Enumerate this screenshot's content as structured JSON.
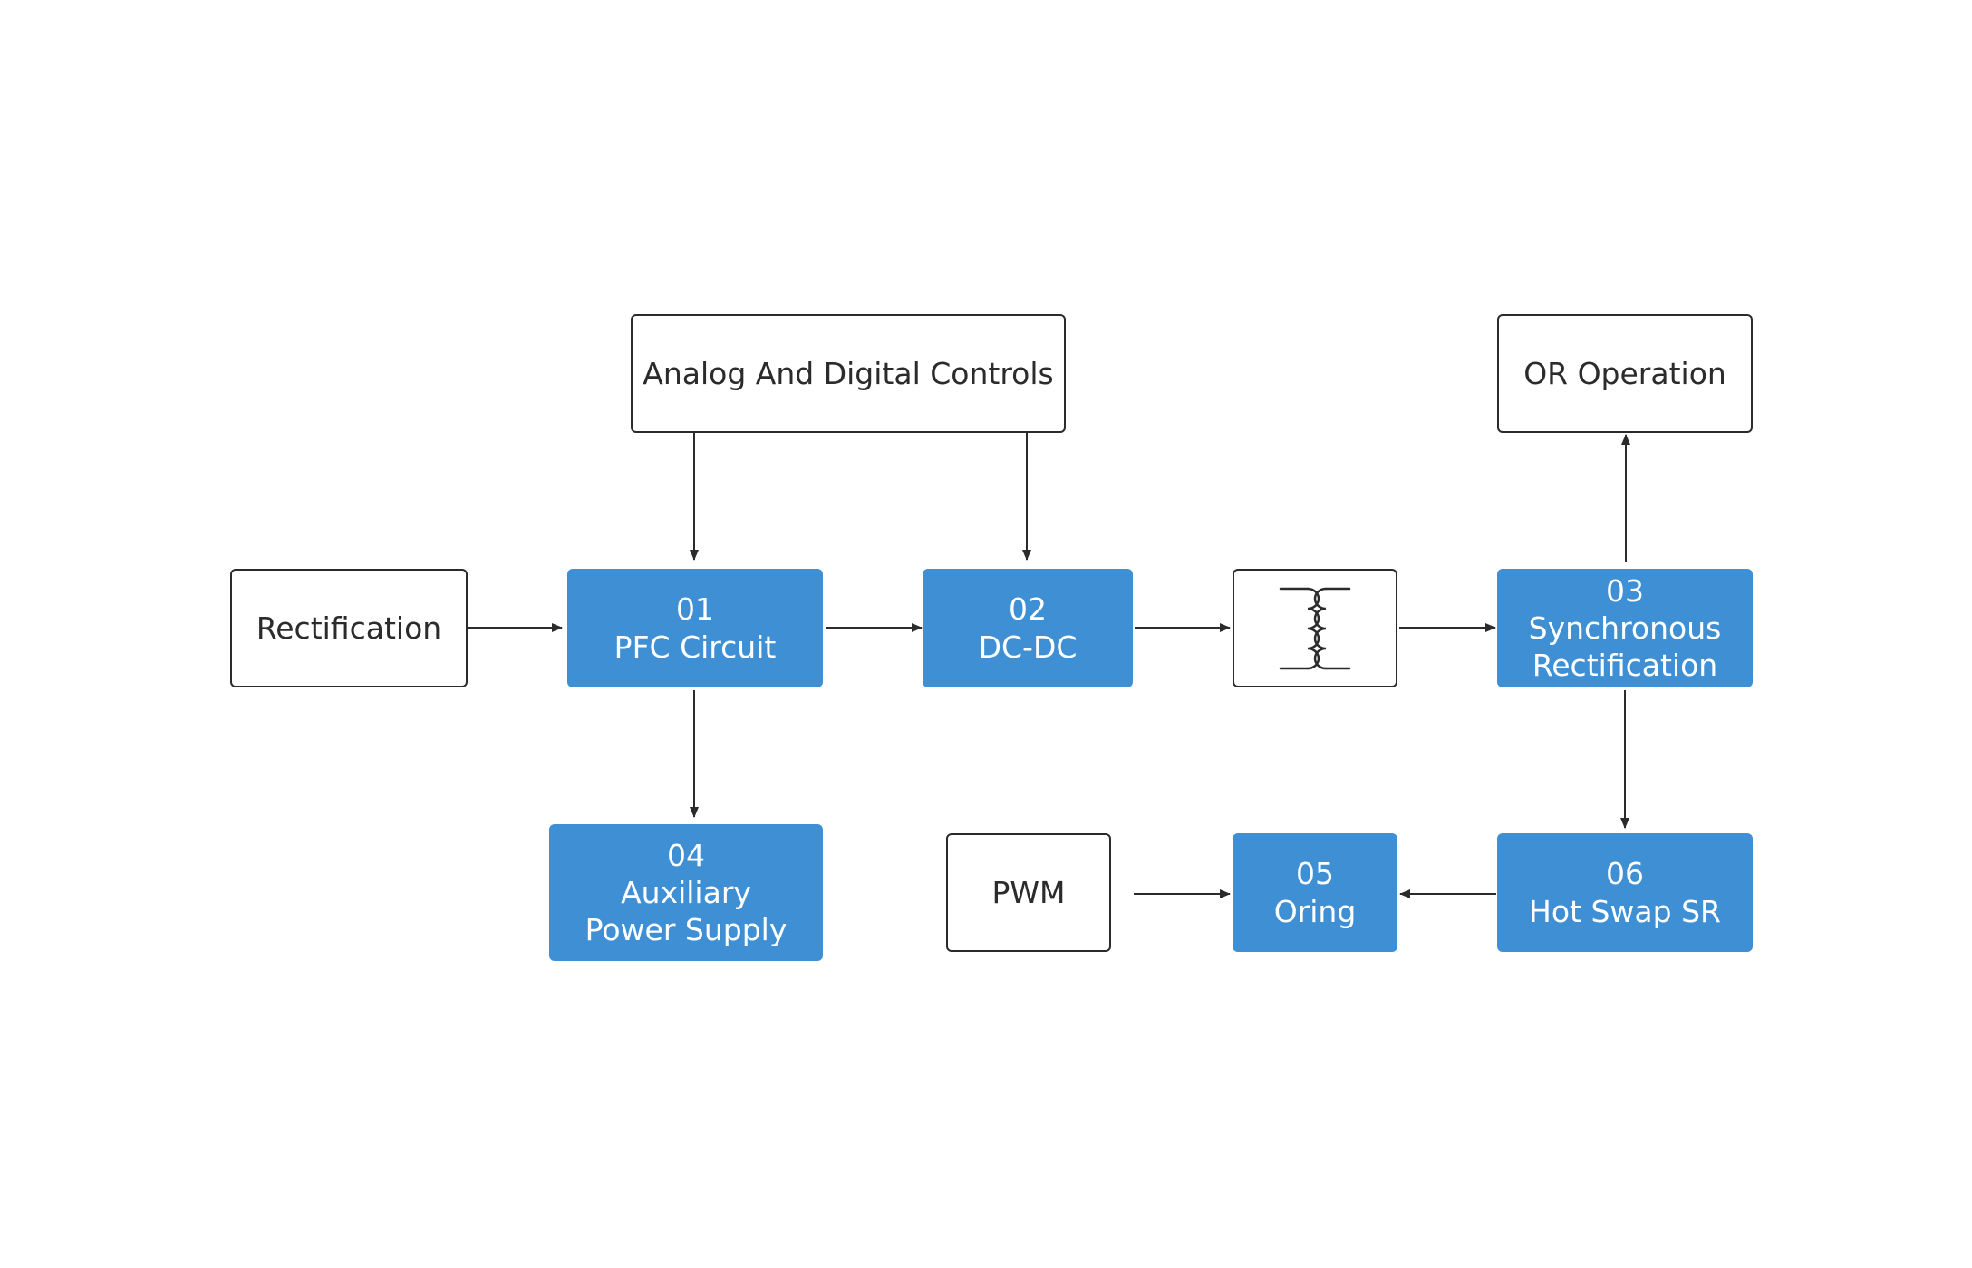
{
  "nodes": {
    "analog_digital": {
      "label": "Analog And Digital Controls"
    },
    "or_operation": {
      "label": "OR Operation"
    },
    "rectification": {
      "label": "Rectification"
    },
    "pfc": {
      "number": "01",
      "label": "PFC Circuit"
    },
    "dcdc": {
      "number": "02",
      "label": "DC-DC"
    },
    "transformer": {
      "icon": "transformer-icon"
    },
    "sync_rect": {
      "number": "03",
      "label_line1": "Synchronous",
      "label_line2": "Rectification"
    },
    "auxiliary": {
      "number": "04",
      "label_line1": "Auxiliary",
      "label_line2": "Power Supply"
    },
    "pwm": {
      "label": "PWM"
    },
    "oring": {
      "number": "05",
      "label": "Oring"
    },
    "hot_swap": {
      "number": "06",
      "label": "Hot Swap SR"
    }
  },
  "colors": {
    "accent": "#3f8fd5",
    "stroke": "#2b2b2b",
    "background": "#ffffff"
  }
}
